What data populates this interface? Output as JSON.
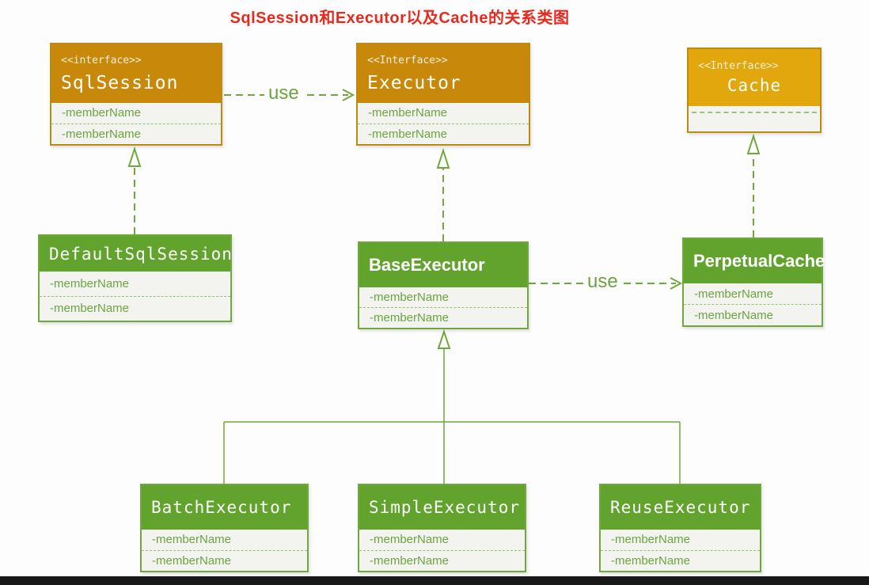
{
  "title": "SqlSession和Executor以及Cache的关系类图",
  "colors": {
    "title_red": "#E8291D",
    "interface_header": "#C8890B",
    "interface_header_bright": "#E2A70C",
    "interface_border": "#BB8C10",
    "class_header_green": "#61A32D",
    "class_border_green": "#6FA83C",
    "member_text_green": "#6BA440",
    "connector_green": "#6FA83C",
    "body_background": "#F3F4EF"
  },
  "classes": [
    {
      "stereotype": "<<interface>>",
      "name": "SqlSession",
      "kind": "interface",
      "members": [
        "-memberName",
        "-memberName"
      ]
    },
    {
      "stereotype": "<<Interface>>",
      "name": "Executor",
      "kind": "interface",
      "members": [
        "-memberName",
        "-memberName"
      ]
    },
    {
      "stereotype": "<<Interface>>",
      "name": "Cache",
      "kind": "interface",
      "members": []
    },
    {
      "name": "DefaultSqlSession",
      "kind": "class",
      "members": [
        "-memberName",
        "-memberName"
      ]
    },
    {
      "name": "BaseExecutor",
      "kind": "class",
      "members": [
        "-memberName",
        "-memberName"
      ]
    },
    {
      "name": "PerpetualCache",
      "kind": "class",
      "members": [
        "-memberName",
        "-memberName"
      ]
    },
    {
      "name": "BatchExecutor",
      "kind": "class",
      "members": [
        "-memberName",
        "-memberName"
      ]
    },
    {
      "name": "SimpleExecutor",
      "kind": "class",
      "members": [
        "-memberName",
        "-memberName"
      ]
    },
    {
      "name": "ReuseExecutor",
      "kind": "class",
      "members": [
        "-memberName",
        "-memberName"
      ]
    }
  ],
  "relations": [
    {
      "type": "dependency",
      "label": "use",
      "from": "SqlSession",
      "to": "Executor"
    },
    {
      "type": "dependency",
      "label": "use",
      "from": "BaseExecutor",
      "to": "PerpetualCache"
    },
    {
      "type": "realization",
      "from": "DefaultSqlSession",
      "to": "SqlSession"
    },
    {
      "type": "realization",
      "from": "BaseExecutor",
      "to": "Executor"
    },
    {
      "type": "realization",
      "from": "PerpetualCache",
      "to": "Cache"
    },
    {
      "type": "inheritance",
      "from": "BatchExecutor",
      "to": "BaseExecutor"
    },
    {
      "type": "inheritance",
      "from": "SimpleExecutor",
      "to": "BaseExecutor"
    },
    {
      "type": "inheritance",
      "from": "ReuseExecutor",
      "to": "BaseExecutor"
    }
  ]
}
